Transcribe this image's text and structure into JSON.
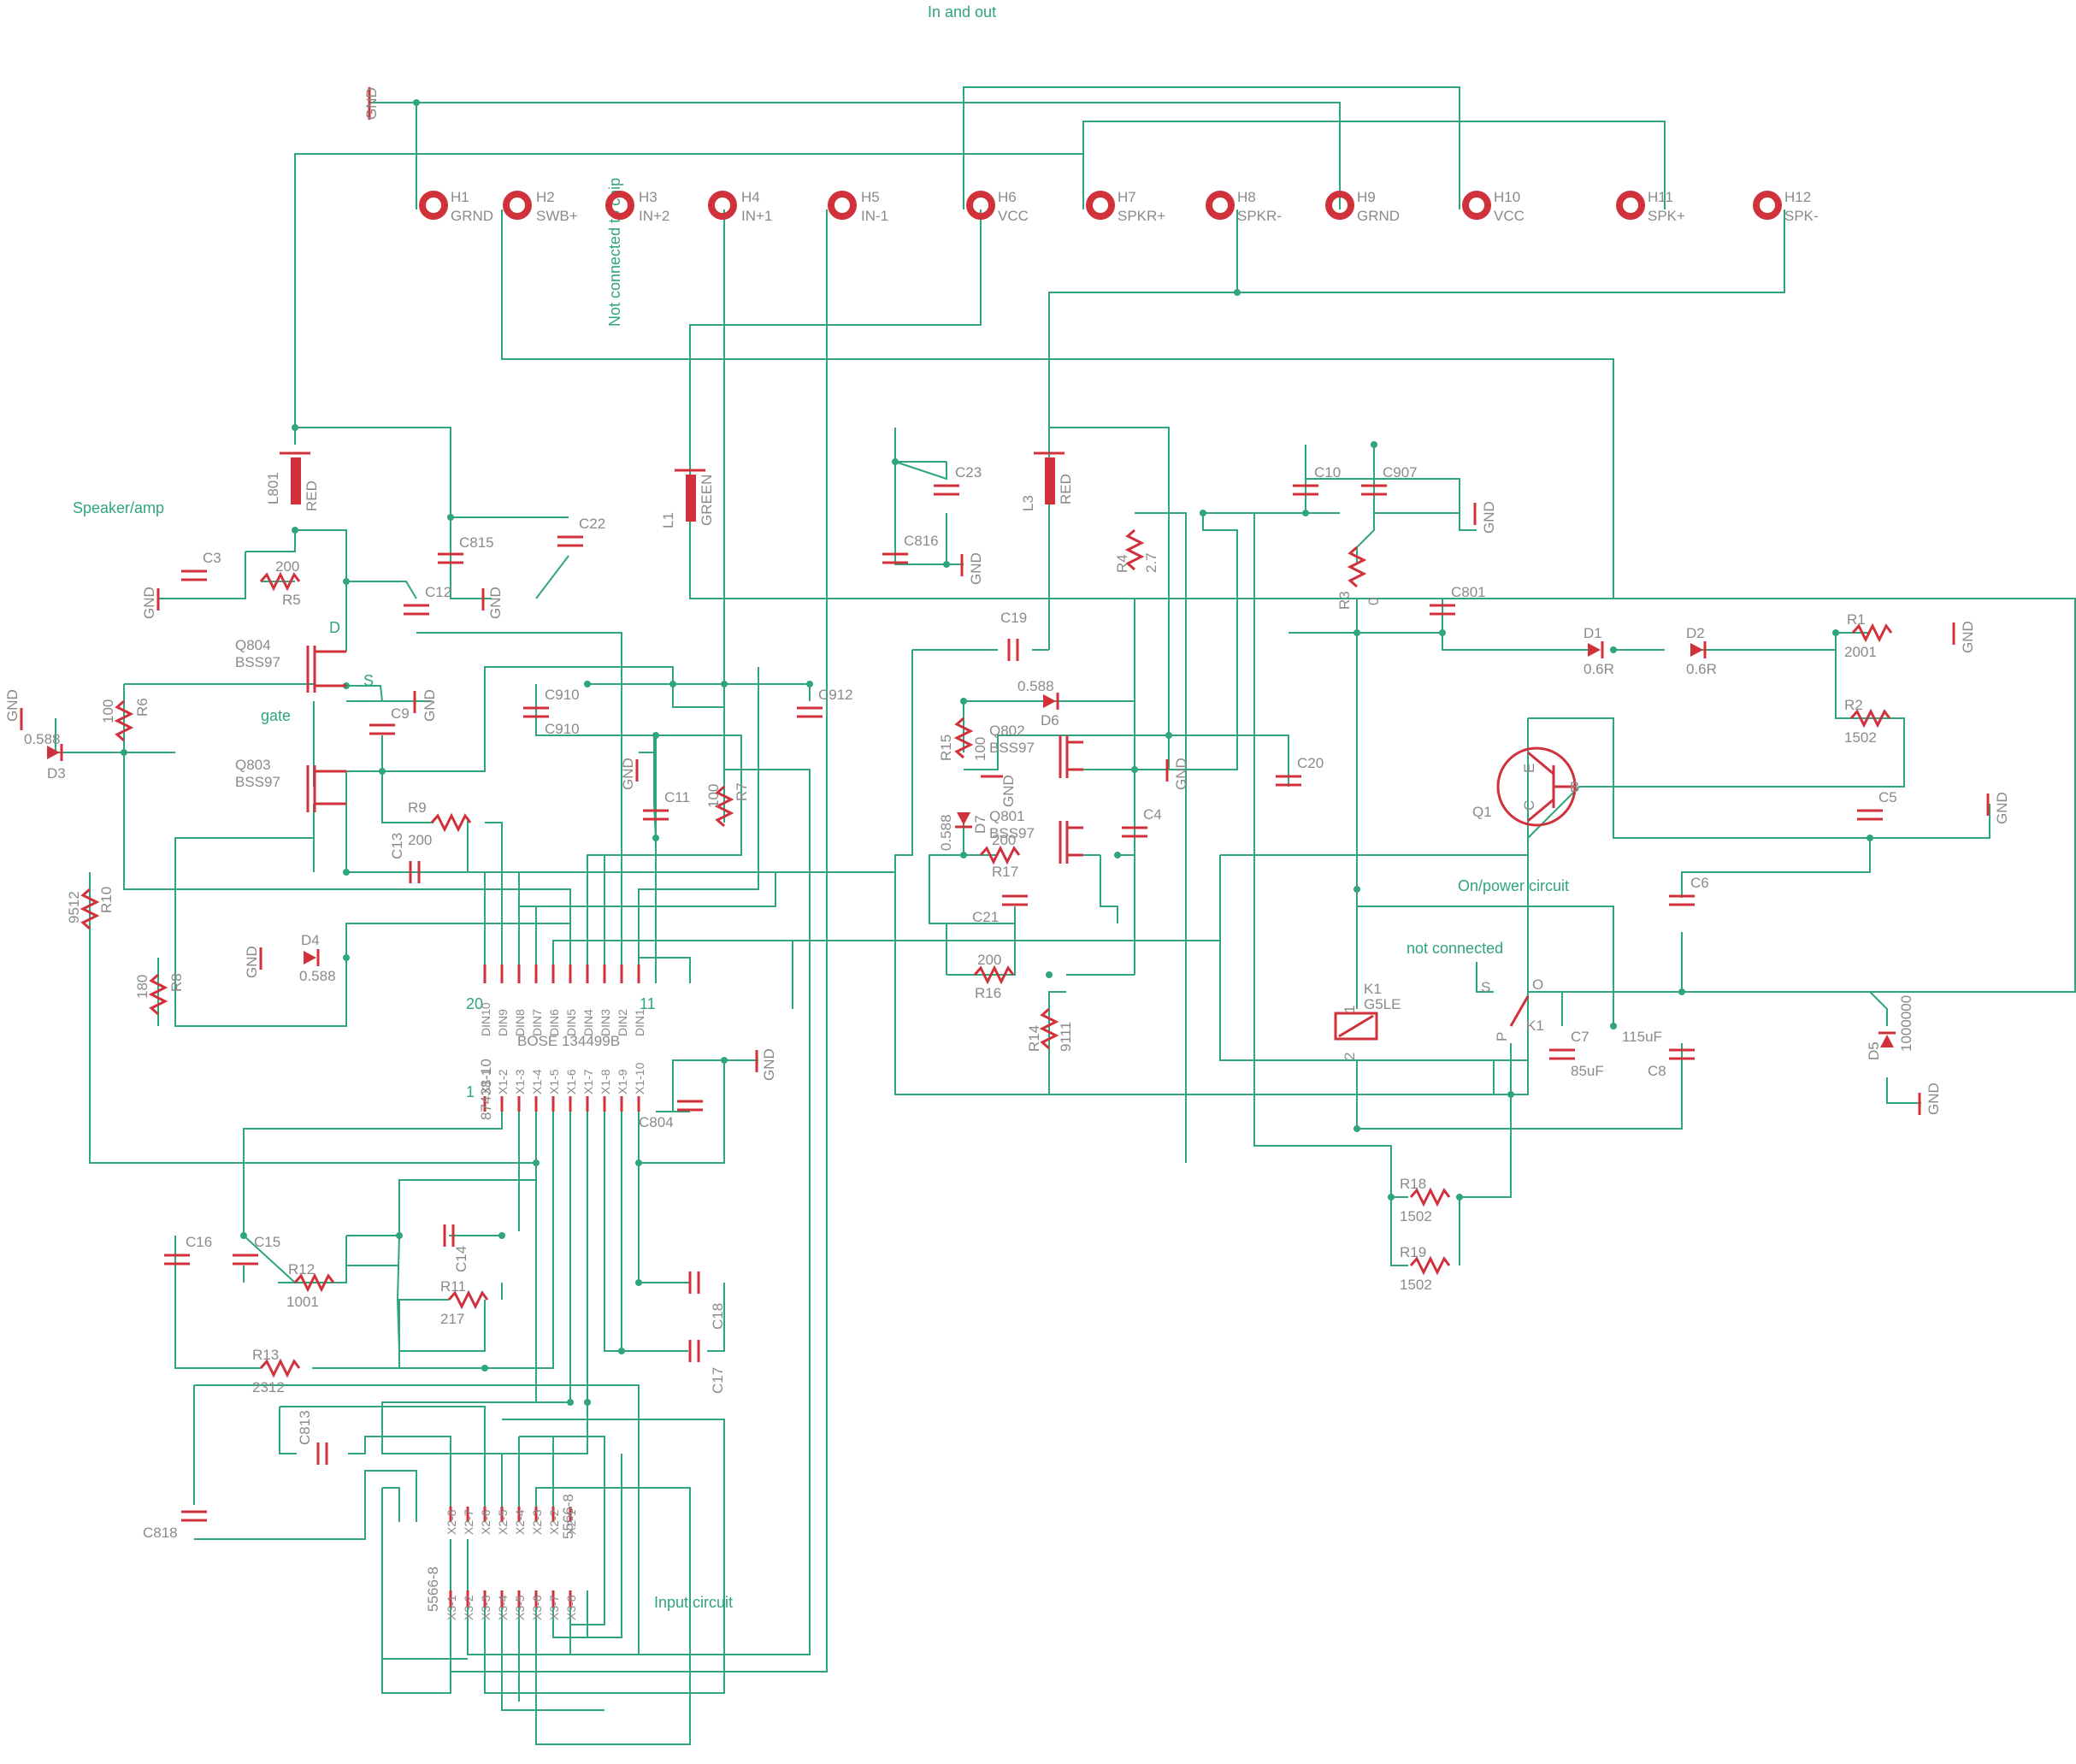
{
  "notes": {
    "in_and_out": "In and out",
    "speaker_amp": "Speaker/amp",
    "on_power_circuit": "On/power circuit",
    "not_connected": "not connected",
    "not_connected_to_chip": "Not connected to chip",
    "input_circuit": "Input circuit",
    "gate": "gate",
    "drain": "D",
    "source": "S",
    "pin20": "20",
    "pin11": "11",
    "pin1": "1"
  },
  "headers": [
    {
      "ref": "H1",
      "net": "GRND"
    },
    {
      "ref": "H2",
      "net": "SWB+"
    },
    {
      "ref": "H3",
      "net": "IN+2"
    },
    {
      "ref": "H4",
      "net": "IN+1"
    },
    {
      "ref": "H5",
      "net": "IN-1"
    },
    {
      "ref": "H6",
      "net": "VCC"
    },
    {
      "ref": "H7",
      "net": "SPKR+"
    },
    {
      "ref": "H8",
      "net": "SPKR-"
    },
    {
      "ref": "H9",
      "net": "GRND"
    },
    {
      "ref": "H10",
      "net": "VCC"
    },
    {
      "ref": "H11",
      "net": "SPK+"
    },
    {
      "ref": "H12",
      "net": "SPK-"
    }
  ],
  "leds": [
    {
      "ref": "L801",
      "value": "RED"
    },
    {
      "ref": "L1",
      "value": "GREEN"
    },
    {
      "ref": "L3",
      "value": "RED"
    }
  ],
  "resistors": [
    {
      "ref": "R5",
      "value": "200"
    },
    {
      "ref": "R6",
      "value": "100"
    },
    {
      "ref": "R9",
      "value": "200"
    },
    {
      "ref": "R10",
      "value": "9512"
    },
    {
      "ref": "R8",
      "value": "180"
    },
    {
      "ref": "R7",
      "value": "100"
    },
    {
      "ref": "R4",
      "value": "2.7"
    },
    {
      "ref": "R3",
      "value": "0"
    },
    {
      "ref": "R15",
      "value": "100"
    },
    {
      "ref": "R17",
      "value": "200"
    },
    {
      "ref": "R16",
      "value": "200"
    },
    {
      "ref": "R14",
      "value": "9111"
    },
    {
      "ref": "R1",
      "value": "2001"
    },
    {
      "ref": "R2",
      "value": "1502"
    },
    {
      "ref": "R18",
      "value": "1502"
    },
    {
      "ref": "R19",
      "value": "1502"
    },
    {
      "ref": "R12",
      "value": "1001"
    },
    {
      "ref": "R11",
      "value": "217"
    },
    {
      "ref": "R13",
      "value": "2312"
    }
  ],
  "capacitors": [
    "C3",
    "C815",
    "C22",
    "C12",
    "C9",
    "C13",
    "C910",
    "C910",
    "C11",
    "C912",
    "C23",
    "C816",
    "C19",
    "C4",
    "C20",
    "C21",
    "C10",
    "C907",
    "C801",
    "C5",
    "C6",
    "C7",
    "C8",
    "C16",
    "C15",
    "C14",
    "C18",
    "C17",
    "C813",
    "C818",
    "C804"
  ],
  "cap_values": {
    "c7": "85uF",
    "c8": "115uF"
  },
  "transistors": [
    {
      "ref": "Q804",
      "value": "BSS97"
    },
    {
      "ref": "Q803",
      "value": "BSS97"
    },
    {
      "ref": "Q802",
      "value": "BSS97"
    },
    {
      "ref": "Q801",
      "value": "BSS97"
    },
    {
      "ref": "Q1",
      "value": ""
    }
  ],
  "q1_pins": {
    "c": "C",
    "e": "E",
    "b": "B"
  },
  "diodes": [
    {
      "ref": "D3",
      "value": "0.588"
    },
    {
      "ref": "D4",
      "value": "0.588"
    },
    {
      "ref": "D6",
      "value": "0.588"
    },
    {
      "ref": "D7",
      "value": "0.588"
    },
    {
      "ref": "D1",
      "value": "0.6R"
    },
    {
      "ref": "D2",
      "value": "0.6R"
    },
    {
      "ref": "D5",
      "value": "1000000"
    }
  ],
  "relay": {
    "ref": "K1",
    "value": "G5LE",
    "switch_ref": "K1",
    "pin_s": "S",
    "pin_o": "O",
    "pin_p": "P",
    "coil1": "1",
    "coil2": "2"
  },
  "chip": {
    "name": "BOSE 134499B",
    "connector": "87438-10",
    "top_pins": [
      "DIN10",
      "DIN9",
      "DIN8",
      "DIN7",
      "DIN6",
      "DIN5",
      "DIN4",
      "DIN3",
      "DIN2",
      "DIN1"
    ],
    "bottom_pins": [
      "X1-1",
      "X1-2",
      "X1-3",
      "X1-4",
      "X1-5",
      "X1-6",
      "X1-7",
      "X1-8",
      "X1-9",
      "X1-10"
    ]
  },
  "input_conn": {
    "x2_name": "5566-8",
    "x3_name": "5566-8",
    "x2_pins": [
      "X2-8",
      "X2-7",
      "X2-6",
      "X2-5",
      "X2-4",
      "X2-3",
      "X2-2",
      "X2-1"
    ],
    "x3_pins": [
      "X3-1",
      "X3-2",
      "X3-3",
      "X3-4",
      "X3-5",
      "X3-6",
      "X3-7",
      "X3-8"
    ]
  },
  "gnd": "GND"
}
